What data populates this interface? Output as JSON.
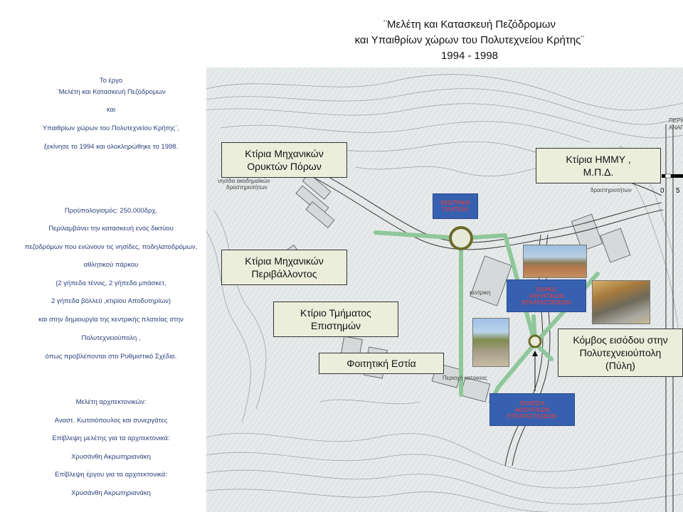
{
  "title": {
    "line1": "¨Μελέτη και Κατασκευή Πεζόδρομων",
    "line2": "και Υπαιθρίων χώρων του Πολυτεχνείου Κρήτης¨",
    "line3": "1994 - 1998"
  },
  "sidebar": {
    "lines": [
      "Το έργο",
      "¨Μελέτη και Κατασκευή Πεζόδρομων",
      "και",
      "Υπαιθρίων χώρων του Πολυτεχνείου Κρήτης¨,",
      "ξεκίνησε το 1994 και ολοκληρώθηκε το 1998.",
      "Προϋπολογισμός: 250.000δρχ.",
      "Περιλαμβάνει την κατασκευή ενός δικτύου",
      "πεζοδρόμων που ενώνουν τις νησίδες, ποδηλατοδρόμων,",
      "αθλητικού πάρκου",
      "(2 γήπεδα τέννις, 2 γήπεδα μπάσκετ,",
      "2 γήπεδα βόλλεϋ ,κτιρίου Αποδυτηρίων)",
      "και στην δημιουργία  της κεντρικής πλατείας στην",
      "Πολυτεχνειούπολη ,",
      "όπως προβλέπονται στο Ρυθμιστικό Σχέδιο.",
      "Μελέτη αρχιτεκτονικών:",
      "Αναστ. Κωτσιόπουλος και συνεργάτες",
      "Επίβλεψη μελέτης για τα αρχιτεκτονικά:",
      "Χρυσάνθη Ακρωτηριανάκη",
      "Επίβλεψη έργου για τα αρχιτεκτονικά:",
      "Χρυσάνθη Ακρωτηριανάκη"
    ]
  },
  "labels": {
    "mineral": [
      "Κτίρια Μηχανικών",
      "Ορυκτών  Πόρων"
    ],
    "hmmy": [
      "Κτίρια  ΗΜΜΥ  ,",
      "Μ.Π.Δ."
    ],
    "environment": [
      "Κτίρια Μηχανικών",
      "Περιβάλλοντος"
    ],
    "sciences": [
      "Κτίριο Τμήματος",
      "Επιστημών"
    ],
    "dorms": [
      "Φοιτητική  Εστία"
    ],
    "gate": [
      "Κόμβος εισόδου στην",
      "Πολυτεχνειούπολη",
      "(Πύλη)"
    ]
  },
  "blue_labels": {
    "central_square": [
      "ΚΕΝΤΡΙΚΗ",
      "ΠΛΑΤΕΙΑ"
    ],
    "sports_park": [
      "ΠΑΡΚΟ",
      "ΑΘΛΗΤΙΚΩΝ",
      "ΕΓΚΑΤΑΣΤΑΣΕΩΝ"
    ],
    "sports_square": [
      "ΠΛΑΤΕΙΑ",
      "ΑΘΛΗΤΙΚΩΝ",
      "ΕΓΚΑΤΑΣΤΑΣΕΩΝ"
    ]
  },
  "map_texts": {
    "academic": "νησίδα  ακαδημαϊκών",
    "activities_left": "δραστηριοτήτων",
    "activities_right": "δραστηριοτήτων",
    "central_marker": "κεντρικη",
    "housing": "Περιοχή κατοικιας",
    "area_top": "ΠΕΡΙΟΧ",
    "area_top2": "ΑΝΑΠΤΥ",
    "scale0": "0",
    "scale5": "5"
  },
  "colors": {
    "path_green": "#8fc79a",
    "node_olive": "#6b6a2a",
    "blue_box": "#3760b0",
    "blue_text": "#ff3a2a",
    "sidebar_text": "#2b3f7a"
  }
}
